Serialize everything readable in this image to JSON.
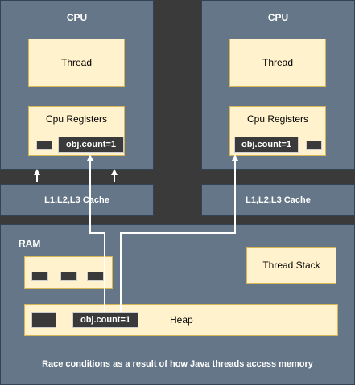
{
  "colors": {
    "background": "#3a3a3a",
    "panel": "#647687",
    "panel_border": "#314354",
    "box_fill": "#fff2cc",
    "box_border": "#d6b656",
    "wire": "#ffffff"
  },
  "cpu_left": {
    "title": "CPU",
    "thread_label": "Thread",
    "registers_label": "Cpu Registers",
    "register_value": "obj.count=1",
    "cache_label": "L1,L2,L3 Cache"
  },
  "cpu_right": {
    "title": "CPU",
    "thread_label": "Thread",
    "registers_label": "Cpu Registers",
    "register_value": "obj.count=1",
    "cache_label": "L1,L2,L3 Cache"
  },
  "ram": {
    "title": "RAM",
    "thread_stack_label": "Thread Stack",
    "heap_label": "Heap",
    "heap_value": "obj.count=1"
  },
  "caption": "Race conditions as a result of how Java threads access memory"
}
